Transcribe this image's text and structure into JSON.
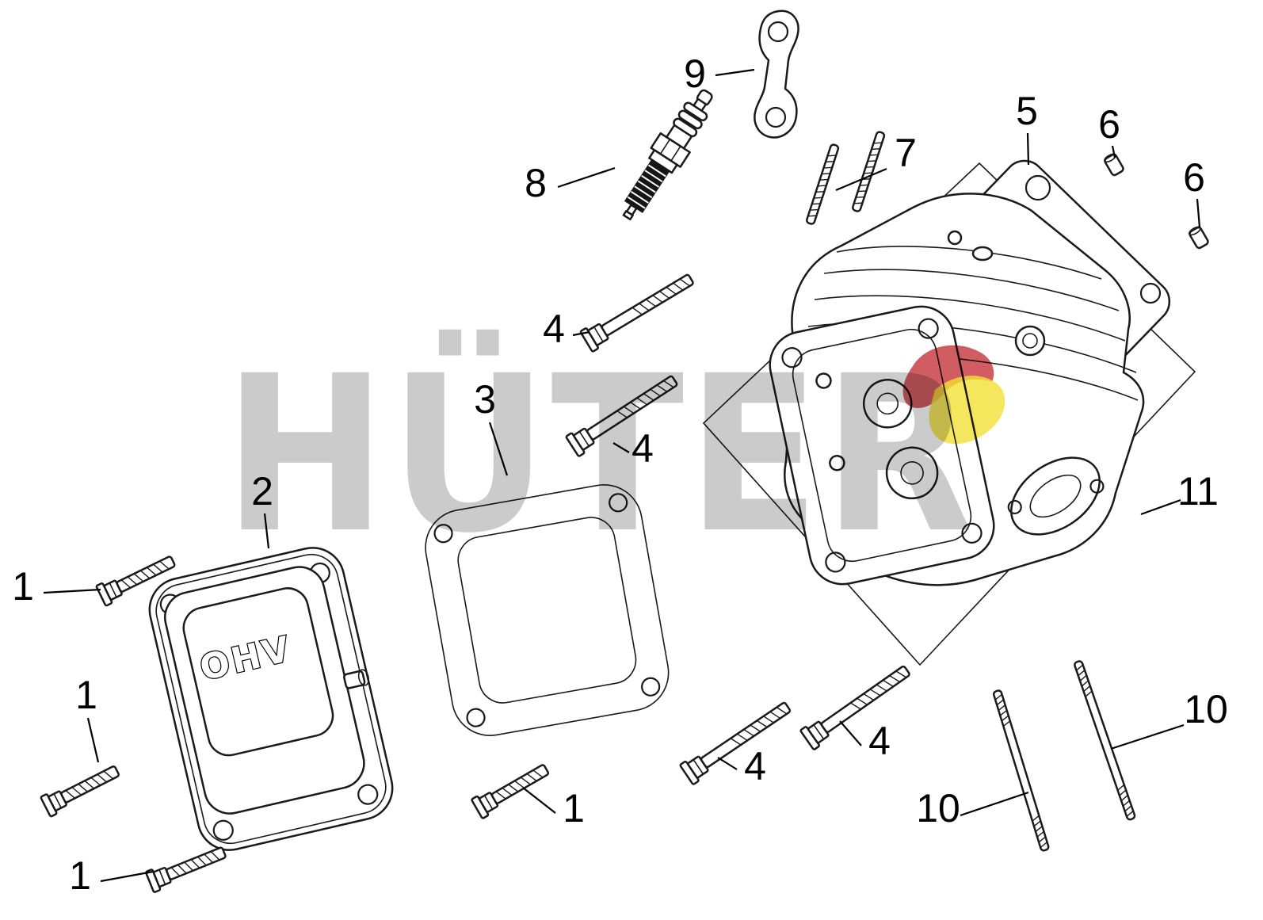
{
  "drawing": {
    "background": "#ffffff",
    "line_color": "#1a1a1a",
    "valve_cover_embossed_text": "OHV"
  },
  "watermark": {
    "text": "HÜTER",
    "gray": "#cdcdcd",
    "accent_red": "#c1272d",
    "accent_yellow": "#f2e135"
  },
  "callouts": [
    {
      "part_no": "9",
      "target": "exhaust-pipe-gasket"
    },
    {
      "part_no": "8",
      "target": "spark-plug"
    },
    {
      "part_no": "7",
      "target": "short-stud-pair"
    },
    {
      "part_no": "5",
      "target": "head-gasket"
    },
    {
      "part_no": "6",
      "target": "dowel-pin-upper"
    },
    {
      "part_no": "6",
      "target": "dowel-pin-lower"
    },
    {
      "part_no": "4",
      "target": "head-bolt-upper"
    },
    {
      "part_no": "3",
      "target": "cover-gasket"
    },
    {
      "part_no": "4",
      "target": "head-bolt-middle"
    },
    {
      "part_no": "2",
      "target": "valve-cover"
    },
    {
      "part_no": "11",
      "target": "mounting-plane-gasket"
    },
    {
      "part_no": "1",
      "target": "cover-bolt-left"
    },
    {
      "part_no": "1",
      "target": "cover-bolt-lower-left"
    },
    {
      "part_no": "4",
      "target": "head-bolt-lower-a"
    },
    {
      "part_no": "4",
      "target": "head-bolt-lower-b"
    },
    {
      "part_no": "10",
      "target": "long-stud-right"
    },
    {
      "part_no": "10",
      "target": "long-stud-bottom"
    },
    {
      "part_no": "1",
      "target": "cover-bolt-bottom"
    },
    {
      "part_no": "1",
      "target": "cover-bolt-bottom-left"
    }
  ]
}
